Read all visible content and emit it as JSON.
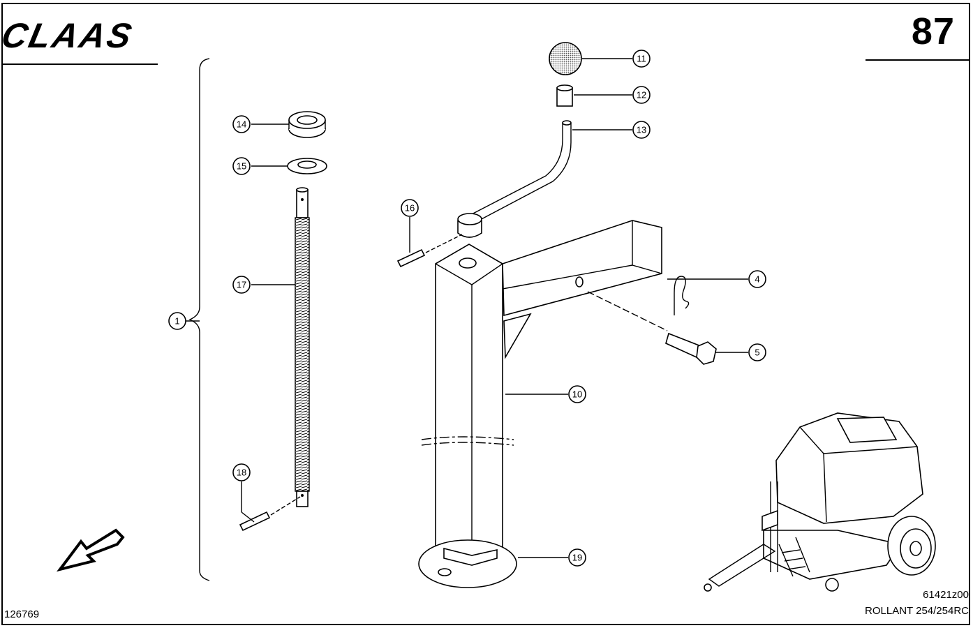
{
  "header": {
    "brand": "CLAAS",
    "page_number": "87"
  },
  "footer": {
    "drawing_code": "126769",
    "image_ref": "61421z00",
    "model": "ROLLANT 254/254RC"
  },
  "callouts": [
    {
      "id": "c1",
      "label": "1"
    },
    {
      "id": "c4",
      "label": "4"
    },
    {
      "id": "c5",
      "label": "5"
    },
    {
      "id": "c10",
      "label": "10"
    },
    {
      "id": "c11",
      "label": "11"
    },
    {
      "id": "c12",
      "label": "12"
    },
    {
      "id": "c13",
      "label": "13"
    },
    {
      "id": "c14",
      "label": "14"
    },
    {
      "id": "c15",
      "label": "15"
    },
    {
      "id": "c16",
      "label": "16"
    },
    {
      "id": "c17",
      "label": "17"
    },
    {
      "id": "c18",
      "label": "18"
    },
    {
      "id": "c19",
      "label": "19"
    }
  ]
}
